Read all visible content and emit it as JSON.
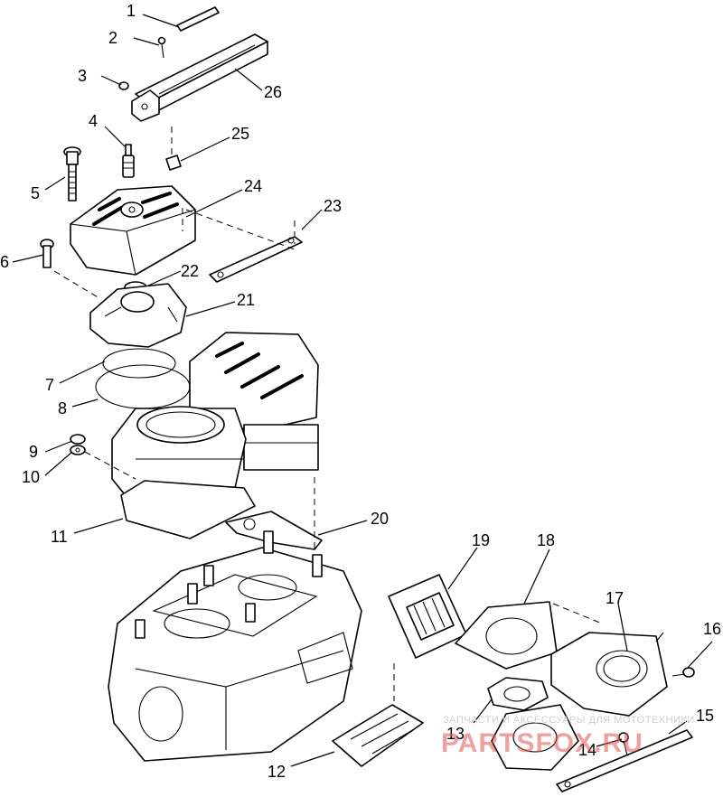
{
  "callouts": [
    "1",
    "2",
    "3",
    "4",
    "5",
    "6",
    "7",
    "8",
    "9",
    "10",
    "11",
    "12",
    "13",
    "14",
    "15",
    "16",
    "17",
    "18",
    "19",
    "20",
    "21",
    "22",
    "23",
    "24",
    "25",
    "26"
  ],
  "watermark": {
    "line1": "ЗАПЧАСТИ И АКСЕССУАРЫ ДЛЯ МОТОТЕХНИКИ",
    "line2": "PARTSFOX.RU"
  }
}
